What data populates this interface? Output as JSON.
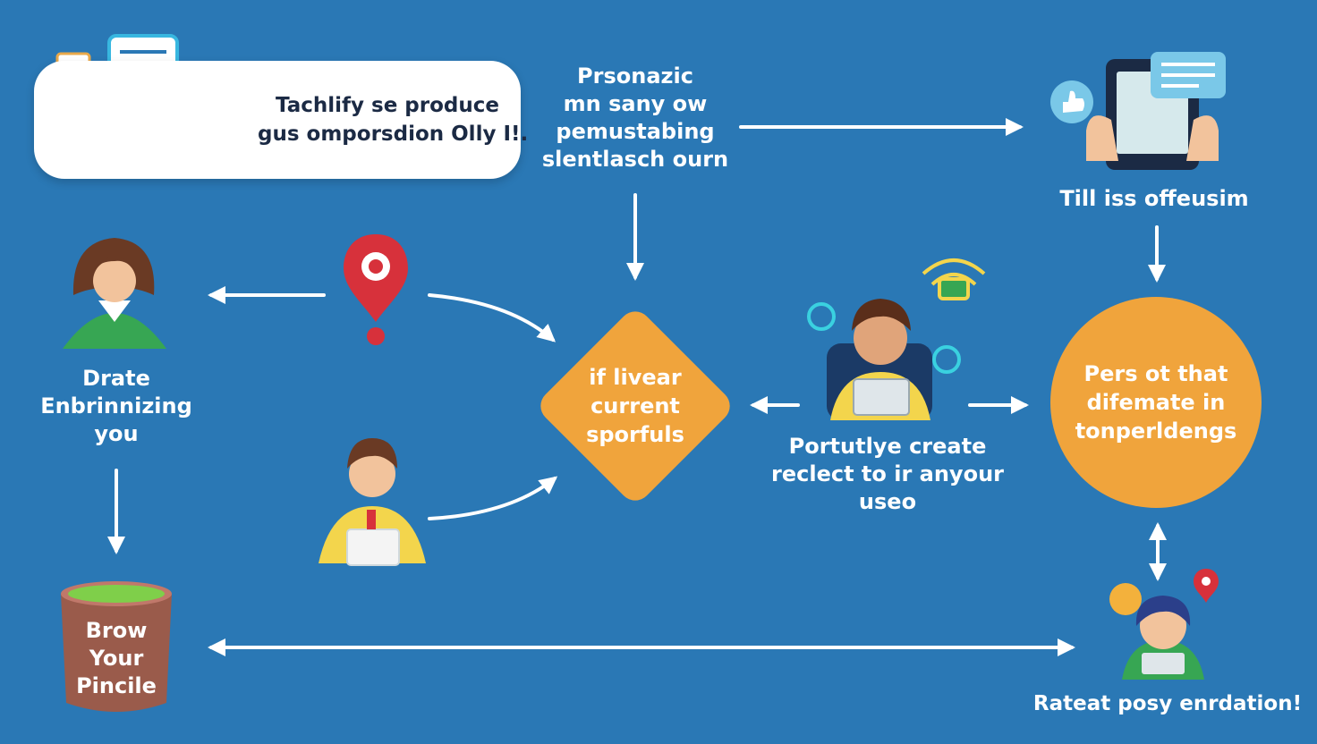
{
  "callout": {
    "lines": [
      "Tachlify se produce",
      "gus omporsdion Olly I!."
    ]
  },
  "top_center": {
    "lines": [
      "Prsonazic",
      "mn sany ow",
      "pemustabing",
      "slentlasch ourn"
    ]
  },
  "top_right": {
    "label": "Till iss offeusim"
  },
  "left_person": {
    "lines": [
      "Drate",
      "Enbrinnizing",
      "you"
    ]
  },
  "diamond": {
    "lines": [
      "if livear",
      "current",
      "sporfuls"
    ]
  },
  "center_person": {
    "lines": [
      "Portutlye create",
      "reclect to ir anyour",
      "useo"
    ]
  },
  "circle": {
    "lines": [
      "Pers ot that",
      "difemate in",
      "tonperldengs"
    ]
  },
  "bucket": {
    "lines": [
      "Brow",
      "Your",
      "Pincile"
    ]
  },
  "bottom_right": {
    "label": "Rateat posy enrdation!"
  },
  "colors": {
    "background": "#2a78b5",
    "orange": "#f0a43c",
    "white": "#ffffff",
    "red": "#d7313b",
    "green": "#37a653",
    "bucket_brown": "#9a5b4b"
  },
  "icons": [
    "image-icon",
    "chat-bubble-icon",
    "lightbulb-icon",
    "monitor-icon",
    "location-pin-icon",
    "tablet-icon",
    "thumbs-up-icon",
    "wifi-signal-icon",
    "idea-bubble-icon",
    "map-pin-icon"
  ]
}
